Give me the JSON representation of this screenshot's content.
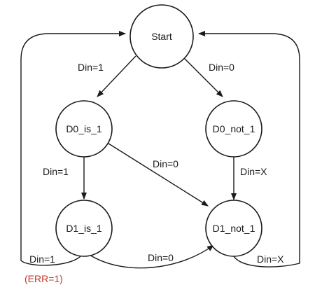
{
  "colors": {
    "stroke": "#1a1a1a",
    "output": "#c0392b"
  },
  "nodes": {
    "start": "Start",
    "d0_is_1": "D0_is_1",
    "d0_not_1": "D0_not_1",
    "d1_is_1": "D1_is_1",
    "d1_not_1": "D1_not_1"
  },
  "edges": {
    "start_to_d0_is_1": "Din=1",
    "start_to_d0_not_1": "Din=0",
    "d0_is_1_to_d1_is_1": "Din=1",
    "d0_is_1_to_d1_not_1": "Din=0",
    "d0_not_1_to_d1_not_1": "Din=X",
    "d1_is_1_to_d1_not_1": "Din=0",
    "d1_is_1_to_start": "Din=1",
    "d1_is_1_output": "(ERR=1)",
    "d1_not_1_to_start": "Din=X"
  }
}
